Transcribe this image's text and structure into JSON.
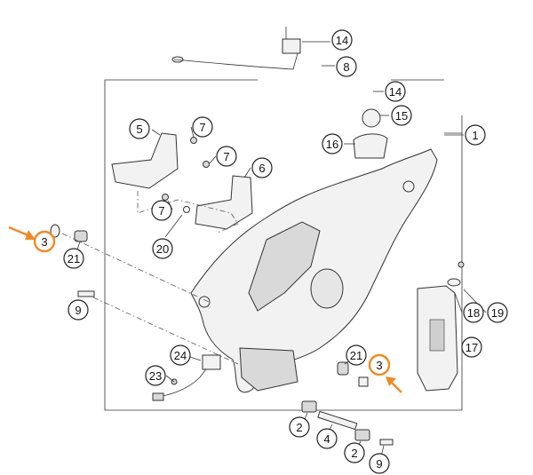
{
  "callouts": [
    {
      "id": "c14a",
      "text": "14",
      "highlight": false
    },
    {
      "id": "c8",
      "text": "8",
      "highlight": false
    },
    {
      "id": "c14b",
      "text": "14",
      "highlight": false
    },
    {
      "id": "c15",
      "text": "15",
      "highlight": false
    },
    {
      "id": "c1",
      "text": "1",
      "highlight": false
    },
    {
      "id": "c16",
      "text": "16",
      "highlight": false
    },
    {
      "id": "c5",
      "text": "5",
      "highlight": false
    },
    {
      "id": "c7a",
      "text": "7",
      "highlight": false
    },
    {
      "id": "c7b",
      "text": "7",
      "highlight": false
    },
    {
      "id": "c6",
      "text": "6",
      "highlight": false
    },
    {
      "id": "c7c",
      "text": "7",
      "highlight": false
    },
    {
      "id": "c20",
      "text": "20",
      "highlight": false
    },
    {
      "id": "c3a",
      "text": "3",
      "highlight": true
    },
    {
      "id": "c21a",
      "text": "21",
      "highlight": false
    },
    {
      "id": "c9a",
      "text": "9",
      "highlight": false
    },
    {
      "id": "c18",
      "text": "18",
      "highlight": false
    },
    {
      "id": "c19",
      "text": "19",
      "highlight": false
    },
    {
      "id": "c17",
      "text": "17",
      "highlight": false
    },
    {
      "id": "c24",
      "text": "24",
      "highlight": false
    },
    {
      "id": "c23",
      "text": "23",
      "highlight": false
    },
    {
      "id": "c21b",
      "text": "21",
      "highlight": false
    },
    {
      "id": "c3b",
      "text": "3",
      "highlight": true
    },
    {
      "id": "c2a",
      "text": "2",
      "highlight": false
    },
    {
      "id": "c4",
      "text": "4",
      "highlight": false
    },
    {
      "id": "c2b",
      "text": "2",
      "highlight": false
    },
    {
      "id": "c9b",
      "text": "9",
      "highlight": false
    }
  ],
  "colors": {
    "highlight": "#f08a24",
    "line": "#333333"
  }
}
